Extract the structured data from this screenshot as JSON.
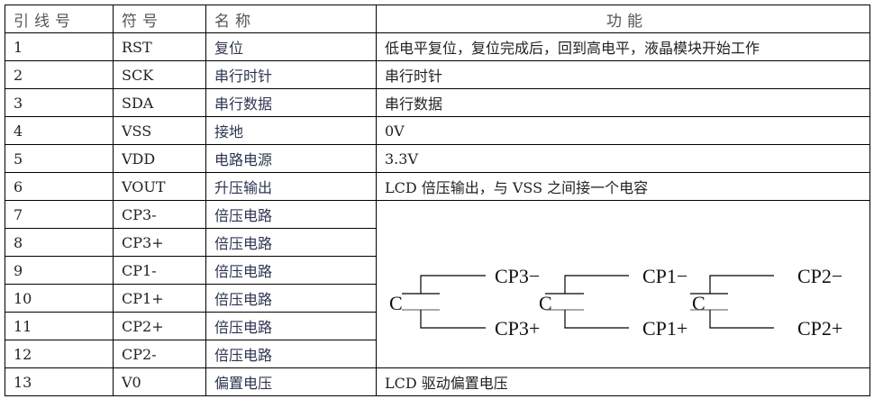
{
  "headers": {
    "pin": "引线号",
    "symbol": "符号",
    "name": "名称",
    "function": "功能"
  },
  "rows": [
    {
      "pin": "1",
      "symbol": "RST",
      "name": "复位",
      "function": "低电平复位，复位完成后，回到高电平，液晶模块开始工作"
    },
    {
      "pin": "2",
      "symbol": "SCK",
      "name": "串行时针",
      "function": "串行时针"
    },
    {
      "pin": "3",
      "symbol": "SDA",
      "name": "串行数据",
      "function": "串行数据"
    },
    {
      "pin": "4",
      "symbol": "VSS",
      "name": "接地",
      "function": "0V"
    },
    {
      "pin": "5",
      "symbol": "VDD",
      "name": "电路电源",
      "function": "3.3V"
    },
    {
      "pin": "6",
      "symbol": "VOUT",
      "name": "升压输出",
      "function": "LCD 倍压输出，与 VSS 之间接一个电容"
    },
    {
      "pin": "7",
      "symbol": "CP3-",
      "name": "倍压电路"
    },
    {
      "pin": "8",
      "symbol": "CP3+",
      "name": "倍压电路"
    },
    {
      "pin": "9",
      "symbol": "CP1-",
      "name": "倍压电路"
    },
    {
      "pin": "10",
      "symbol": "CP1+",
      "name": "倍压电路"
    },
    {
      "pin": "11",
      "symbol": "CP2+",
      "name": "倍压电路"
    },
    {
      "pin": "12",
      "symbol": "CP2-",
      "name": "倍压电路"
    },
    {
      "pin": "13",
      "symbol": "V0",
      "name": "偏置电压",
      "function": "LCD 驱动偏置电压"
    }
  ],
  "diagram": {
    "caps": [
      {
        "label": "C",
        "top": "CP3−",
        "bottom": "CP3+"
      },
      {
        "label": "C",
        "top": "CP1−",
        "bottom": "CP1+"
      },
      {
        "label": "C",
        "top": "CP2−",
        "bottom": "CP2+"
      }
    ]
  }
}
